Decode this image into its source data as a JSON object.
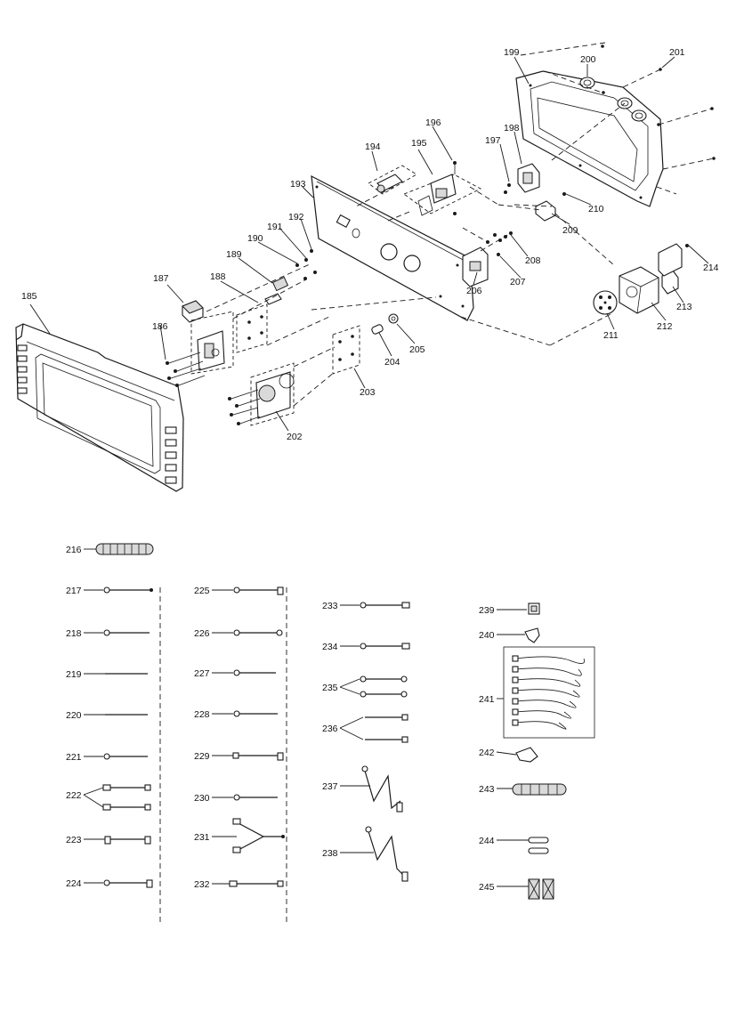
{
  "diagram": {
    "type": "exploded-parts-diagram",
    "callouts": {
      "c185": "185",
      "c186": "186",
      "c187": "187",
      "c188": "188",
      "c189": "189",
      "c190": "190",
      "c191": "191",
      "c192": "192",
      "c193": "193",
      "c194": "194",
      "c195": "195",
      "c196": "196",
      "c197": "197",
      "c198": "198",
      "c199": "199",
      "c200": "200",
      "c201": "201",
      "c202": "202",
      "c203": "203",
      "c204": "204",
      "c205": "205",
      "c206": "206",
      "c207": "207",
      "c208": "208",
      "c209": "209",
      "c210": "210",
      "c211": "211",
      "c212": "212",
      "c213": "213",
      "c214": "214",
      "c216": "216",
      "c217": "217",
      "c218": "218",
      "c219": "219",
      "c220": "220",
      "c221": "221",
      "c222": "222",
      "c223": "223",
      "c224": "224",
      "c225": "225",
      "c226": "226",
      "c227": "227",
      "c228": "228",
      "c229": "229",
      "c230": "230",
      "c231": "231",
      "c232": "232",
      "c233": "233",
      "c234": "234",
      "c235": "235",
      "c236": "236",
      "c237": "237",
      "c238": "238",
      "c239": "239",
      "c240": "240",
      "c241": "241",
      "c242": "242",
      "c243": "243",
      "c244": "244",
      "c245": "245"
    }
  }
}
